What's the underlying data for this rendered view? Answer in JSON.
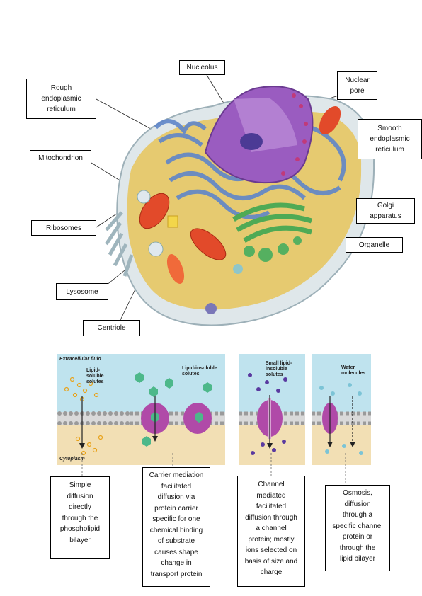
{
  "cell_labels": {
    "nucleolus": "Nucleolus",
    "nuclear_pore": "Nuclear\npore",
    "rough_er": "Rough\nendoplasmic\nreticulum",
    "smooth_er": "Smooth\nendoplasmic\nreticulum",
    "mitochondrion": "Mitochondrion",
    "golgi": "Golgi\napparatus",
    "ribosomes": "Ribosomes",
    "organelle": "Organelle",
    "lysosome": "Lysosome",
    "centriole": "Centriole"
  },
  "panels": {
    "p1": {
      "top": "Extracellular fluid",
      "solutes": "Lipid-\nsoluble\nsolutes",
      "bottom": "Cytoplasm"
    },
    "p2": {
      "solutes": "Lipid-insoluble\nsolutes"
    },
    "p3": {
      "solutes": "Small lipid-\ninsoluble\nsolutes"
    },
    "p4": {
      "solutes": "Water\nmolecules"
    }
  },
  "captions": {
    "simple": "Simple\ndiffusion\ndirectly\nthrough the\nphospholipid\nbilayer",
    "carrier": "Carrier mediation\nfacilitated\ndiffusion via\nprotein carrier\nspecific for one\nchemical binding\nof substrate\ncauses shape\nchange in\ntransport protein",
    "channel": "Channel\nmediated\nfacilitated\ndiffusion through\na channel\nprotein; mostly\nions selected on\nbasis of size and\ncharge",
    "osmosis": "Osmosis,\ndiffusion\nthrough a\nspecific channel\nprotein or\nthrough the\nlipid bilayer"
  },
  "colors": {
    "extracellular": "#bfe3ee",
    "cytoplasm": "#f2dfb4",
    "membrane_head": "#9a9a9a",
    "protein": "#b04aa8",
    "cytosol_yellow": "#e8c45a",
    "er_blue": "#5f86c9",
    "nucleus_purple": "#9a5cc0",
    "golgi_green": "#4faa55",
    "mito_red": "#e24a2a"
  }
}
